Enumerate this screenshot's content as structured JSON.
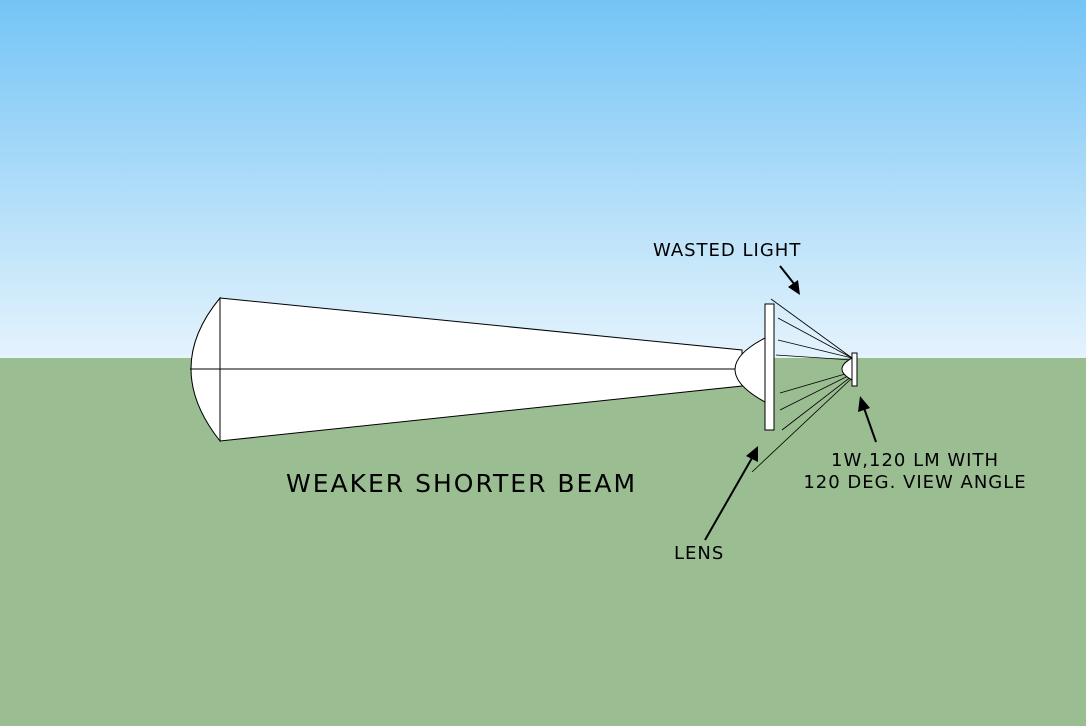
{
  "labels": {
    "wasted_light": "WASTED LIGHT",
    "beam": "WEAKER SHORTER BEAM",
    "lens": "LENS",
    "led_line1": "1W,120 LM WITH",
    "led_line2": "120 DEG. VIEW ANGLE"
  },
  "colors": {
    "sky_top": "#74c4f6",
    "sky_bottom": "#e4f3fc",
    "ground": "#9bbd92",
    "beam_fill": "#ffffff",
    "stroke": "#000000"
  }
}
